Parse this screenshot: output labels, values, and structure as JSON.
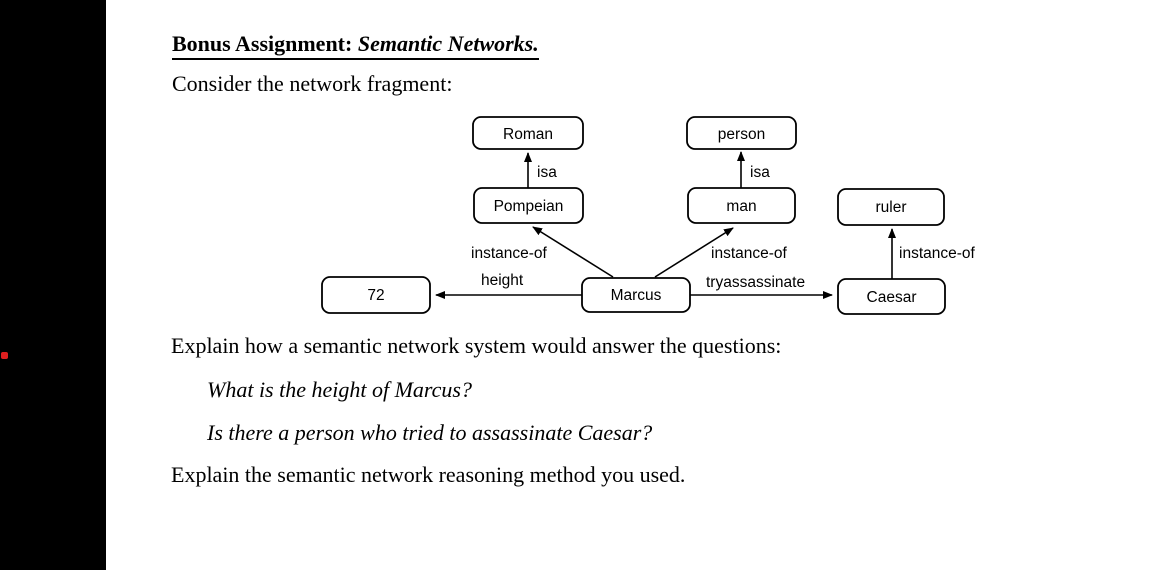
{
  "colors": {
    "background": "#ffffff",
    "sidebar": "#000000",
    "ink": "#000000",
    "marker_red": "#dd1f1f"
  },
  "document": {
    "title_prefix": "Bonus Assignment: ",
    "title_emphasis": "Semantic Networks.",
    "intro": "Consider the network fragment:",
    "paragraphs": [
      {
        "text": "Explain how a semantic network system would answer the questions:",
        "style": "normal"
      },
      {
        "text": "What is the height of Marcus?",
        "style": "italic"
      },
      {
        "text": "Is there a person who tried to assassinate Caesar?",
        "style": "italic"
      },
      {
        "text": "Explain the semantic network reasoning method you used.",
        "style": "normal"
      }
    ]
  },
  "diagram": {
    "type": "semantic-network",
    "nodes": [
      {
        "id": "roman",
        "label": "Roman"
      },
      {
        "id": "person",
        "label": "person"
      },
      {
        "id": "pompeian",
        "label": "Pompeian"
      },
      {
        "id": "man",
        "label": "man"
      },
      {
        "id": "ruler",
        "label": "ruler"
      },
      {
        "id": "value-72",
        "label": "72"
      },
      {
        "id": "marcus",
        "label": "Marcus"
      },
      {
        "id": "caesar",
        "label": "Caesar"
      }
    ],
    "edges": [
      {
        "from": "Pompeian",
        "to": "Roman",
        "label": "isa"
      },
      {
        "from": "man",
        "to": "person",
        "label": "isa"
      },
      {
        "from": "Marcus",
        "to": "Pompeian",
        "label": "instance-of"
      },
      {
        "from": "Marcus",
        "to": "man",
        "label": "instance-of"
      },
      {
        "from": "Caesar",
        "to": "ruler",
        "label": "instance-of"
      },
      {
        "from": "Marcus",
        "to": "72",
        "label": "height"
      },
      {
        "from": "Marcus",
        "to": "Caesar",
        "label": "tryassassinate"
      }
    ]
  }
}
